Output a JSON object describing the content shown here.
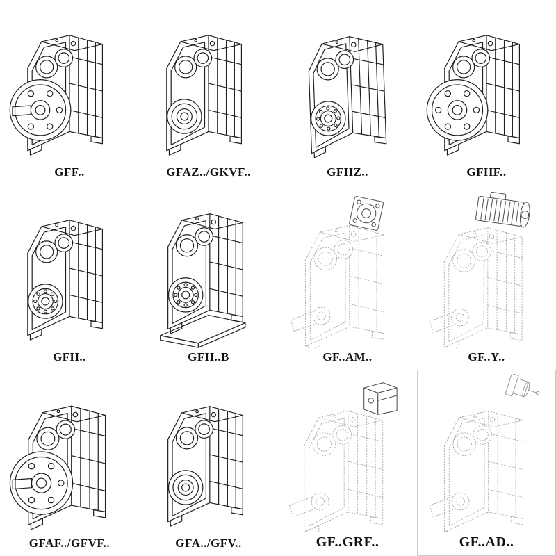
{
  "page": {
    "background": "#ffffff",
    "colors": {
      "solid_line": "#1f1f1f",
      "ghost_line": "#a0a0a0",
      "label_text": "#111111",
      "box_border": "#cccccc"
    }
  },
  "grid": {
    "columns": 4,
    "rows": 3,
    "items": [
      {
        "label": "GFF..",
        "drawing": "gearbox-flange-solid-shaft"
      },
      {
        "label": "GFAZ../GKVF..",
        "drawing": "gearbox-hollow-output"
      },
      {
        "label": "GFHZ..",
        "drawing": "gearbox-hollow-output-bearing"
      },
      {
        "label": "GFHF..",
        "drawing": "gearbox-flange-hollow"
      },
      {
        "label": "GFH..",
        "drawing": "gearbox-hollow-output-bearing"
      },
      {
        "label": "GFH..B",
        "drawing": "gearbox-hollow-output-baseplate"
      },
      {
        "label": "GF..AM..",
        "drawing": "gearbox-ghost-iec-adapter"
      },
      {
        "label": "GF..Y..",
        "drawing": "gearbox-ghost-motor"
      },
      {
        "label": "GFAF../GFVF..",
        "drawing": "gearbox-flange-solid-shaft"
      },
      {
        "label": "GFA../GFV..",
        "drawing": "gearbox-hollow-output"
      },
      {
        "label": "GF..GRF..",
        "drawing": "gearbox-ghost-input-block"
      },
      {
        "label": "GF..AD..",
        "drawing": "gearbox-ghost-input-adapter"
      }
    ]
  }
}
